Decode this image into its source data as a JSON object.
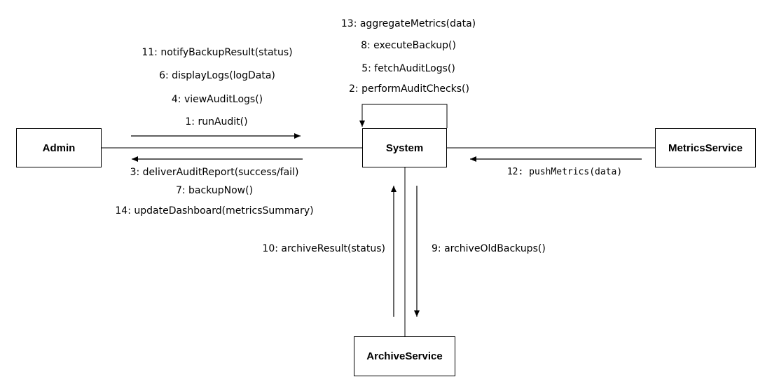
{
  "actors": {
    "admin": "Admin",
    "system": "System",
    "metrics": "MetricsService",
    "archive": "ArchiveService"
  },
  "messages": {
    "self": [
      "13: aggregateMetrics(data)",
      "8: executeBackup()",
      "5: fetchAuditLogs()",
      "2: performAuditChecks()"
    ],
    "admin_to_system": [
      "11: notifyBackupResult(status)",
      "6: displayLogs(logData)",
      "4: viewAuditLogs()",
      "1: runAudit()"
    ],
    "system_to_admin": [
      "3: deliverAuditReport(success/fail)",
      "7: backupNow()",
      "14: updateDashboard(metricsSummary)"
    ],
    "metrics_to_system": "12: pushMetrics(data)",
    "archive_to_system": "10: archiveResult(status)",
    "system_to_archive": "9: archiveOldBackups()"
  }
}
